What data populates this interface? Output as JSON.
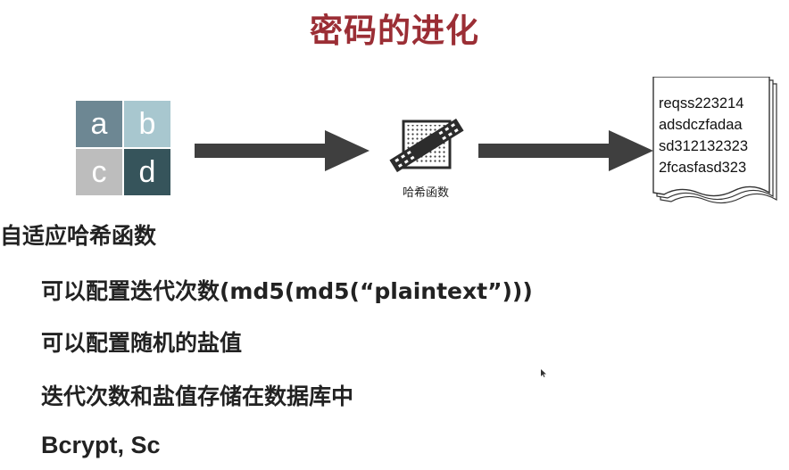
{
  "slide": {
    "title": "密码的进化",
    "grid_letters": [
      "a",
      "b",
      "c",
      "d"
    ],
    "hash_label": "哈希函数",
    "doc_lines": [
      "reqss223214",
      "adsdczfadaa",
      "sd312132323",
      "2fcasfasd323"
    ],
    "heading": "自适应哈希函数",
    "bullets": [
      "可以配置迭代次数(md5(md5(“plaintext”)))",
      "可以配置随机的盐值",
      "迭代次数和盐值存储在数据库中",
      "Bcrypt, Sc"
    ]
  },
  "colors": {
    "title": "#9b2e35",
    "tile_a": "#6d8793",
    "tile_b": "#a8c7cf",
    "tile_c": "#bdbdbd",
    "tile_d": "#36545b",
    "arrow": "#3f3f3f"
  },
  "icons": [
    "hash-function-icon",
    "document-icon",
    "right-arrow-icon",
    "mouse-cursor-icon"
  ]
}
